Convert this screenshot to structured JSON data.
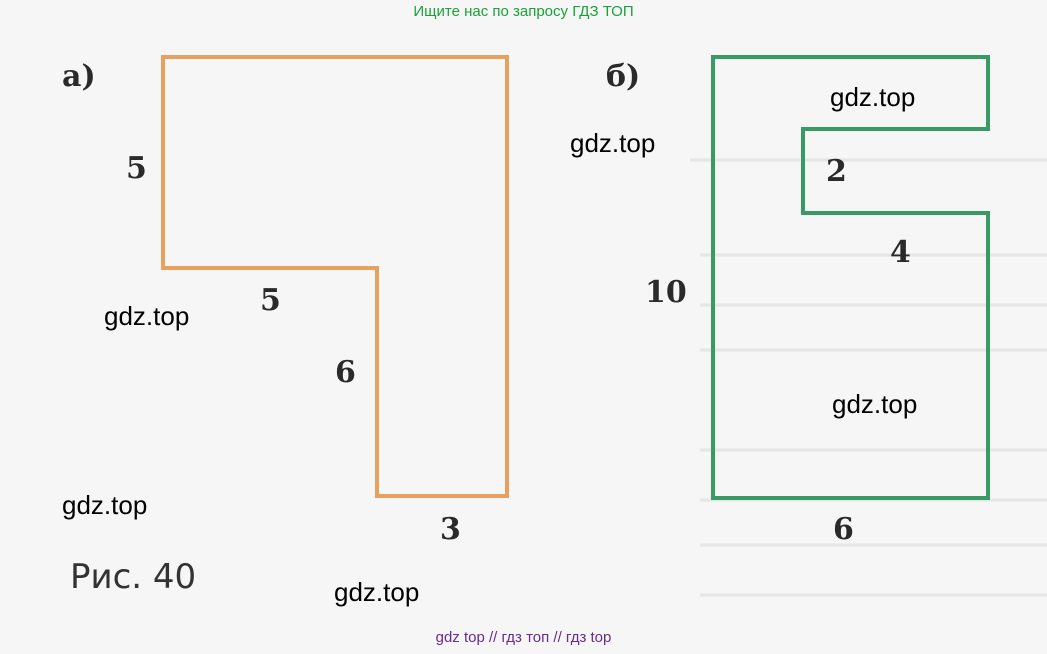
{
  "banner": {
    "text": "Ищите нас по запросу ГДЗ ТОП",
    "color": "#1aa13a"
  },
  "footer": {
    "text": "gdz top  //  гдз топ  //  гдз top",
    "color": "#6b2a91"
  },
  "figure_a": {
    "label": "а)",
    "stroke": "#e6a060",
    "dims": [
      "5",
      "5",
      "6",
      "3"
    ]
  },
  "figure_b": {
    "label": "б)",
    "stroke": "#3a9a63",
    "dims": [
      "2",
      "4",
      "10",
      "6"
    ]
  },
  "caption": "Рис. 40",
  "watermark": "gdz.top"
}
